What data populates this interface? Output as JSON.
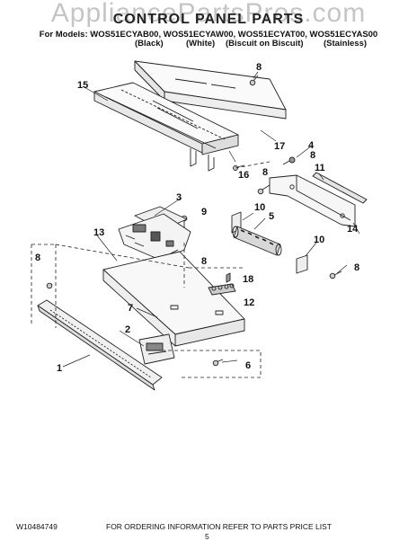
{
  "watermark": "AppliancePartsPros.com",
  "header": {
    "title": "CONTROL PANEL PARTS",
    "models": "For Models: WOS51ECYAB00, WOS51ECYAW00, WOS51ECYAT00, WOS51ECYAS00",
    "variants": [
      "(Black)",
      "(White)",
      "(Biscuit on Biscuit)",
      "(Stainless)"
    ]
  },
  "callouts": [
    "1",
    "2",
    "3",
    "4",
    "5",
    "6",
    "7",
    "8",
    "8",
    "8",
    "8",
    "8",
    "8",
    "9",
    "10",
    "10",
    "11",
    "12",
    "13",
    "14",
    "15",
    "16",
    "17",
    "18"
  ],
  "footer": {
    "doc_number": "W10484749",
    "note": "FOR ORDERING INFORMATION REFER TO PARTS PRICE LIST",
    "page": "5"
  }
}
